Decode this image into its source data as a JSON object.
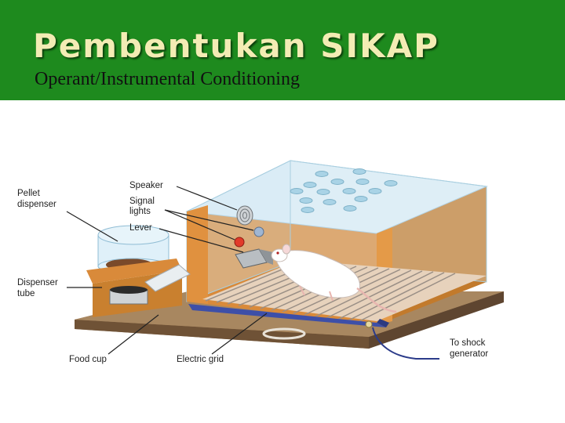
{
  "slide": {
    "title": "Pembentukan SIKAP",
    "subtitle": "Operant/Instrumental Conditioning"
  },
  "colors": {
    "header_bg": "#1e8a1e",
    "title_text": "#f3ecb4",
    "box_wood": "#d98a3a",
    "base_wood": "#8a6a48"
  },
  "diagram": {
    "labels": {
      "pellet_dispenser_1": "Pellet",
      "pellet_dispenser_2": "dispenser",
      "speaker": "Speaker",
      "signal_lights_1": "Signal",
      "signal_lights_2": "lights",
      "lever": "Lever",
      "dispenser_tube_1": "Dispenser",
      "dispenser_tube_2": "tube",
      "food_cup": "Food cup",
      "electric_grid": "Electric grid",
      "shock_generator_1": "To shock",
      "shock_generator_2": "generator"
    }
  }
}
